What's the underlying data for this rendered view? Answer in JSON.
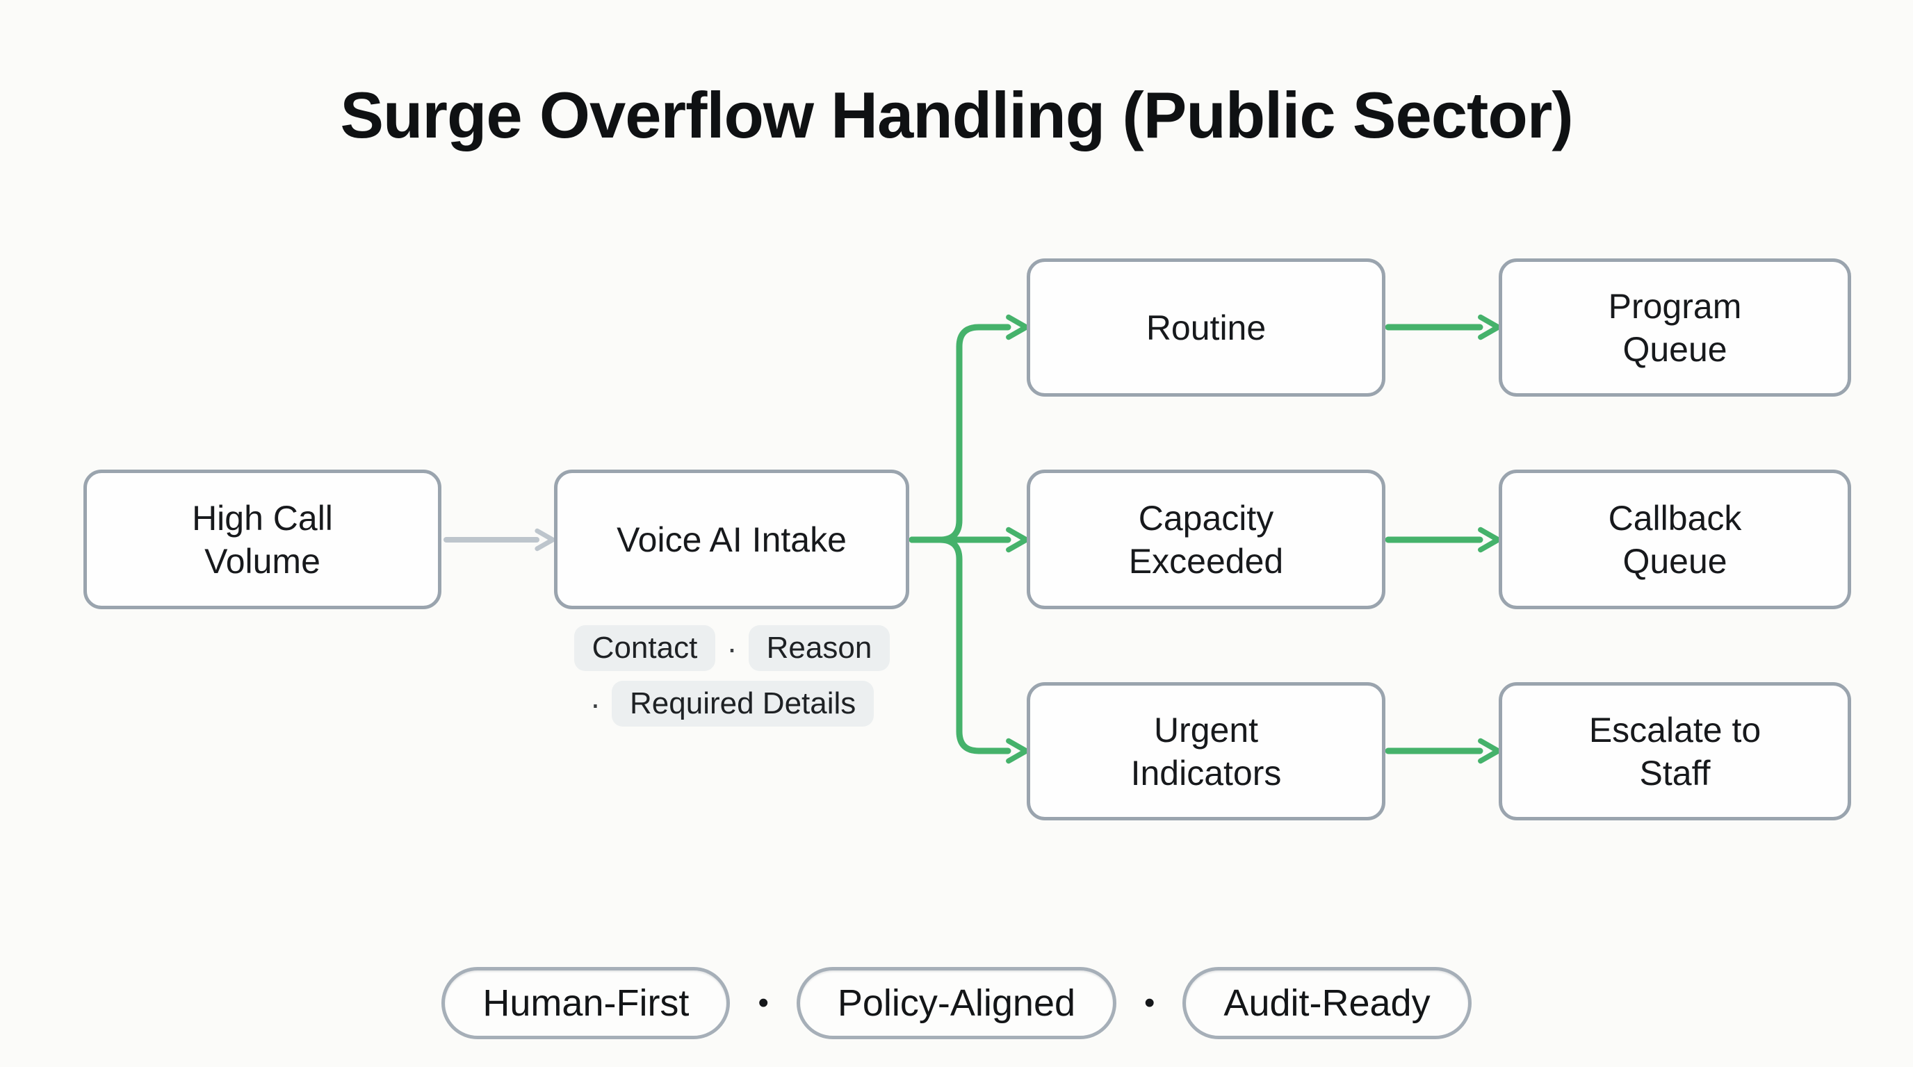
{
  "title": "Surge Overflow Handling (Public Sector)",
  "flow": {
    "nodes": [
      {
        "id": "high-call-volume",
        "label": "High Call Volume"
      },
      {
        "id": "voice-ai-intake",
        "label": "Voice AI Intake"
      },
      {
        "id": "routine",
        "label": "Routine"
      },
      {
        "id": "capacity-exceeded",
        "label": "Capacity Exceeded"
      },
      {
        "id": "urgent-indicators",
        "label": "Urgent Indicators"
      },
      {
        "id": "program-queue",
        "label": "Program Queue"
      },
      {
        "id": "callback-queue",
        "label": "Callback Queue"
      },
      {
        "id": "escalate-to-staff",
        "label": "Escalate to Staff"
      }
    ],
    "edges": [
      {
        "from": "high-call-volume",
        "to": "voice-ai-intake",
        "color": "gray"
      },
      {
        "from": "voice-ai-intake",
        "to": "routine",
        "color": "green"
      },
      {
        "from": "voice-ai-intake",
        "to": "capacity-exceeded",
        "color": "green"
      },
      {
        "from": "voice-ai-intake",
        "to": "urgent-indicators",
        "color": "green"
      },
      {
        "from": "routine",
        "to": "program-queue",
        "color": "green"
      },
      {
        "from": "capacity-exceeded",
        "to": "callback-queue",
        "color": "green"
      },
      {
        "from": "urgent-indicators",
        "to": "escalate-to-staff",
        "color": "green"
      }
    ]
  },
  "intake_tags": {
    "items": [
      "Contact",
      "Reason",
      "Required Details"
    ],
    "separator": "·"
  },
  "footer_badges": {
    "items": [
      "Human-First",
      "Policy-Aligned",
      "Audit-Ready"
    ],
    "separator": "•"
  },
  "colors": {
    "background": "#FBFBF9",
    "box_border": "#9AA4AE",
    "box_fill": "#FEFEFE",
    "text": "#17191C",
    "arrow_gray": "#BDC5CC",
    "arrow_green": "#45B26B",
    "tag_bg": "#ECEFF0",
    "badge_border": "#A6AFB8",
    "badge_fill": "#FDFDFC"
  }
}
